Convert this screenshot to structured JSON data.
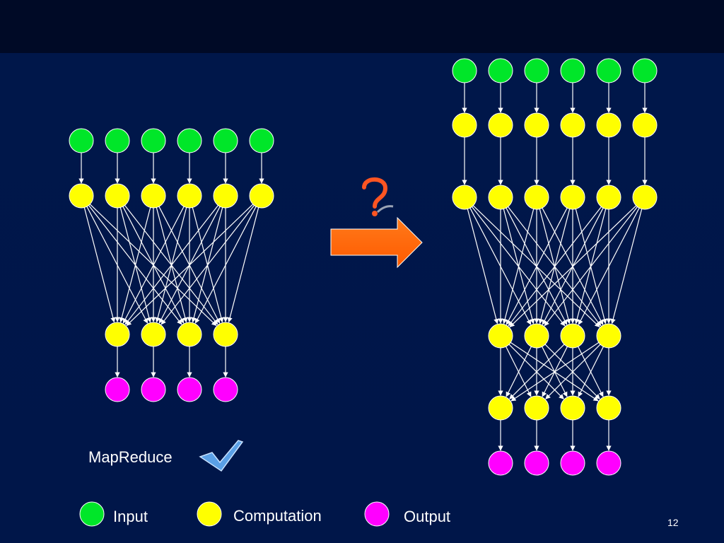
{
  "framework_label": "MapReduce",
  "page_number": "12",
  "colors": {
    "input": "#00e629",
    "computation": "#ffff00",
    "output": "#ff00ff",
    "arrow": "#ff6600",
    "background": "#001649"
  },
  "icons": {
    "check": "check-mark-icon",
    "question": "question-mark-icon",
    "transition": "right-arrow-icon"
  },
  "legend": [
    {
      "type": "input",
      "label": "Input"
    },
    {
      "type": "computation",
      "label": "Computation"
    },
    {
      "type": "output",
      "label": "Output"
    }
  ],
  "graphs": {
    "mapreduce": {
      "layers": [
        {
          "type": "input",
          "count": 6
        },
        {
          "type": "computation",
          "count": 6
        },
        {
          "type": "computation",
          "count": 4
        },
        {
          "type": "output",
          "count": 4
        }
      ],
      "connections": [
        "one-to-one",
        "all-to-all",
        "one-to-one"
      ]
    },
    "complex": {
      "layers": [
        {
          "type": "input",
          "count": 6
        },
        {
          "type": "computation",
          "count": 6
        },
        {
          "type": "computation",
          "count": 6
        },
        {
          "type": "computation",
          "count": 4
        },
        {
          "type": "computation",
          "count": 4
        },
        {
          "type": "output",
          "count": 4
        }
      ],
      "connections": [
        "one-to-one",
        "one-to-one",
        "all-to-all",
        "all-to-all",
        "one-to-one"
      ]
    }
  }
}
